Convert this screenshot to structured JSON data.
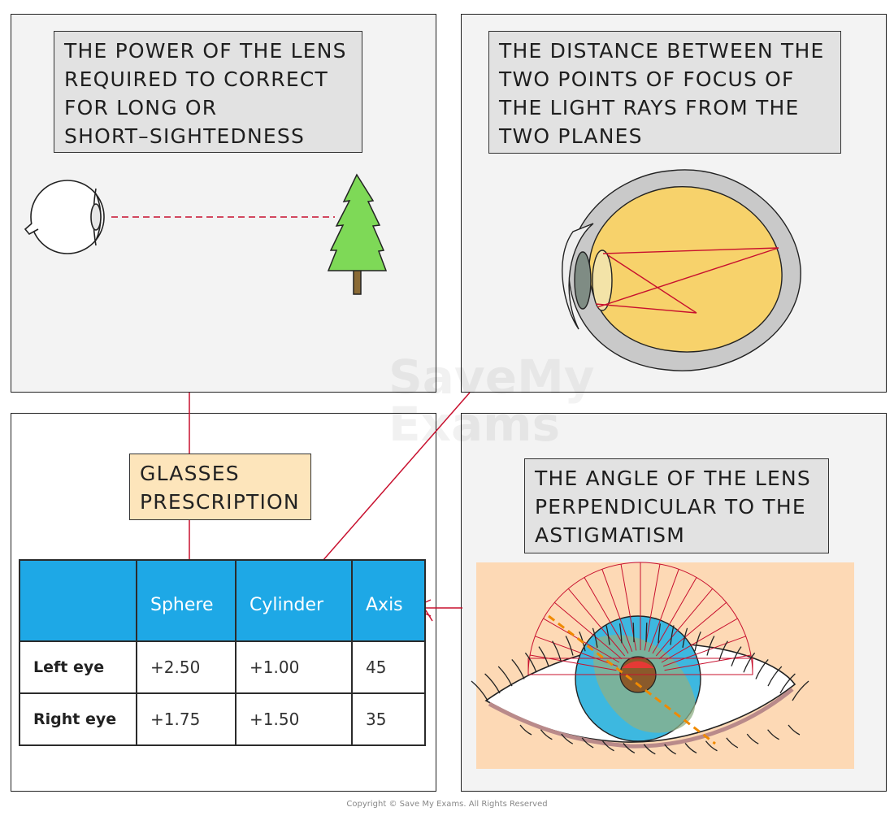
{
  "callouts": {
    "power": "THE POWER OF THE LENS\nREQUIRED TO CORRECT\nFOR LONG OR\nSHORT–SIGHTEDNESS",
    "distance": "THE DISTANCE BETWEEN THE\nTWO POINTS OF FOCUS OF\nTHE LIGHT RAYS FROM THE\nTWO PLANES",
    "angle": "THE ANGLE OF THE LENS\nPERPENDICULAR TO THE\nASTIGMATISM",
    "prescription": "GLASSES\nPRESCRIPTION"
  },
  "table": {
    "headers": [
      "",
      "Sphere",
      "Cylinder",
      "Axis"
    ],
    "rows": [
      {
        "label": "Left eye",
        "sphere": "+2.50",
        "cylinder": "+1.00",
        "axis": "45"
      },
      {
        "label": "Right eye",
        "sphere": "+1.75",
        "cylinder": "+1.50",
        "axis": "35"
      }
    ]
  },
  "watermark": "SaveMy Exams",
  "copyright": "Copyright © Save My Exams. All Rights Reserved",
  "colors": {
    "arrow": "#c8102e",
    "table_header": "#1ea8e6",
    "prescription_bg": "#fde5bb",
    "callout_bg": "#e2e2e2",
    "vitreous": "#f7d26b",
    "tree": "#7ed957",
    "iris": "#3db8e0",
    "skin": "#fdd9b5"
  }
}
